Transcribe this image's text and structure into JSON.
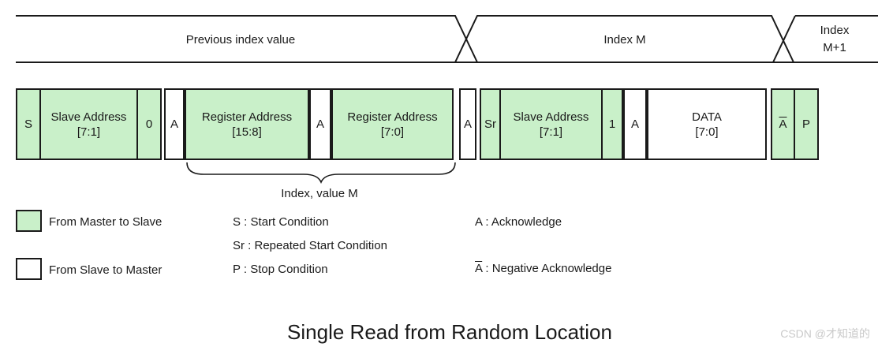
{
  "colors": {
    "master_fill": "#c9f0c9",
    "slave_fill": "#ffffff",
    "line": "#1a1a1a",
    "watermark_text": "#c9c9c9"
  },
  "top_band": {
    "segments": [
      {
        "label": "Previous index value"
      },
      {
        "label": "Index M"
      },
      {
        "label": "Index\nM+1"
      }
    ]
  },
  "frame": {
    "cells": [
      {
        "label": "S"
      },
      {
        "label": "Slave Address\n[7:1]"
      },
      {
        "label": "0"
      },
      {
        "label": "A"
      },
      {
        "label": "Register Address\n[15:8]"
      },
      {
        "label": "A"
      },
      {
        "label": "Register Address\n[7:0]"
      },
      {
        "label": "A"
      },
      {
        "label": "Sr"
      },
      {
        "label": "Slave Address\n[7:1]"
      },
      {
        "label": "1"
      },
      {
        "label": "A"
      },
      {
        "label": "DATA\n[7:0]"
      },
      {
        "label": "A"
      },
      {
        "label": "P"
      }
    ]
  },
  "brace": {
    "label": "Index, value M"
  },
  "legend": {
    "swatches": [
      {
        "label": "From Master to Slave"
      },
      {
        "label": "From Slave to Master"
      }
    ],
    "definitions": [
      {
        "symbol": "S",
        "text": " : Start Condition"
      },
      {
        "symbol": "Sr",
        "text": " : Repeated Start Condition"
      },
      {
        "symbol": "P",
        "text": " : Stop Condition"
      },
      {
        "symbol": "A",
        "text": " : Acknowledge"
      },
      {
        "symbol": "A",
        "text": " : Negative Acknowledge"
      }
    ]
  },
  "title": "Single Read from Random Location",
  "watermark": "CSDN @才知道的"
}
